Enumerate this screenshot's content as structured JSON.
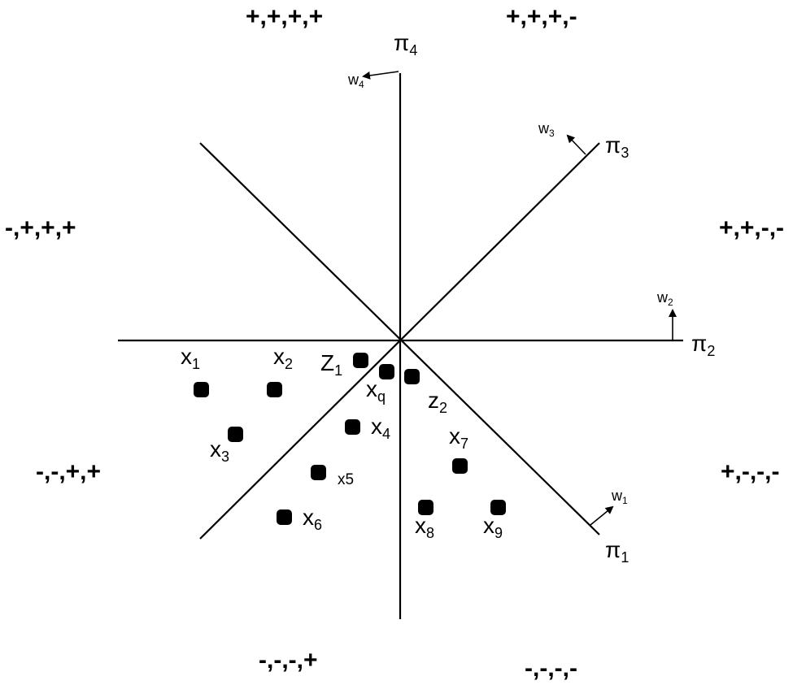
{
  "regions": {
    "top_left": "+,+,+,+",
    "top_right": "+,+,+,-",
    "upper_left": "-,+,+,+",
    "upper_right": "+,+,-,-",
    "lower_left": "-,-,+,+",
    "lower_right": "+,-,-,-",
    "bottom_left": "-,-,-,+",
    "bottom_right": "-,-,-,-"
  },
  "planes": [
    {
      "base": "π",
      "sub": "1"
    },
    {
      "base": "π",
      "sub": "2"
    },
    {
      "base": "π",
      "sub": "3"
    },
    {
      "base": "π",
      "sub": "4"
    }
  ],
  "normals": [
    {
      "base": "w",
      "sub": "1"
    },
    {
      "base": "w",
      "sub": "2"
    },
    {
      "base": "w",
      "sub": "3"
    },
    {
      "base": "w",
      "sub": "4"
    }
  ],
  "points": [
    {
      "base": "x",
      "sub": "1"
    },
    {
      "base": "x",
      "sub": "2"
    },
    {
      "base": "x",
      "sub": "3"
    },
    {
      "base": "x",
      "sub": "4"
    },
    {
      "base": "x5",
      "sub": ""
    },
    {
      "base": "x",
      "sub": "6"
    },
    {
      "base": "x",
      "sub": "7"
    },
    {
      "base": "x",
      "sub": "8"
    },
    {
      "base": "x",
      "sub": "9"
    },
    {
      "base": "x",
      "sub": "q"
    },
    {
      "base": "Z",
      "sub": "1"
    },
    {
      "base": "z",
      "sub": "2"
    }
  ]
}
